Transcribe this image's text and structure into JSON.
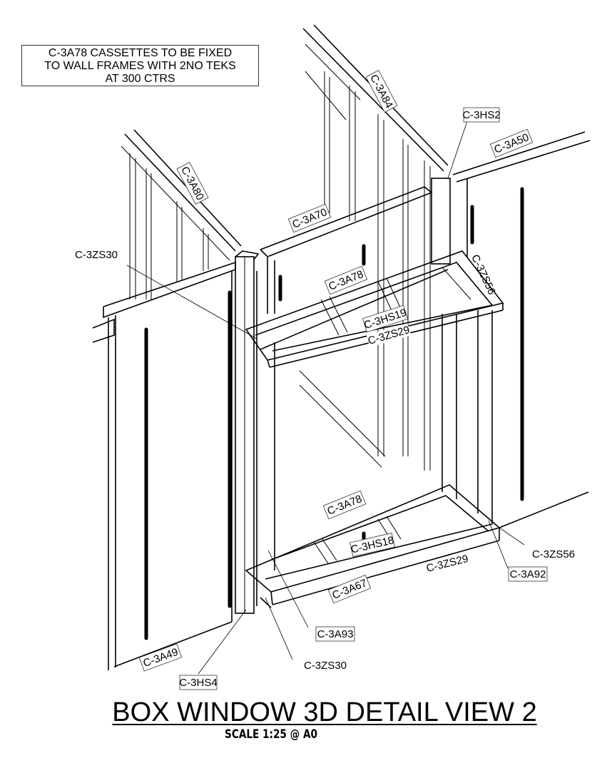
{
  "note": {
    "lines": [
      "C-3A78 CASSETTES TO BE FIXED",
      "TO WALL FRAMES WITH 2NO TEKS",
      "AT 300 CTRS"
    ]
  },
  "labels": {
    "c3a84": "C-3A84",
    "c3hs2": "C-3HS2",
    "c3a50": "C-3A50",
    "c3a80": "C-3A80",
    "c3a70": "C-3A70",
    "c3zs30_upper": "C-3ZS30",
    "c3a78_upper": "C-3A78",
    "c3zs56_upper": "C-3ZS56",
    "c3hs19": "C-3HS19",
    "c3zs29_upper": "C-3ZS29",
    "c3a78_lower": "C-3A78",
    "c3hs18": "C-3HS18",
    "c3zs56_lower": "C-3ZS56",
    "c3zs29_lower": "C-3ZS29",
    "c3a92": "C-3A92",
    "c3a67": "C-3A67",
    "c3a93": "C-3A93",
    "c3a49": "C-3A49",
    "c3zs30_lower": "C-3ZS30",
    "c3hs4": "C-3HS4"
  },
  "title": "BOX WINDOW 3D DETAIL VIEW 2",
  "scale": "SCALE 1:25 @ A0"
}
